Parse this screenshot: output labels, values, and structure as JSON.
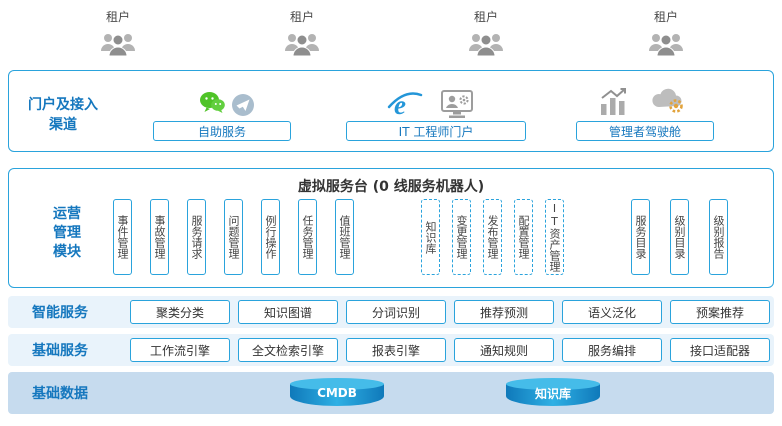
{
  "colors": {
    "accent_blue": "#1577be",
    "border_blue": "#2aa3dc",
    "row_bg_light": "#e9f3fb",
    "row_bg_dark": "#c6dbee",
    "cylinder_blue": "#1280c0",
    "wechat_green": "#4fc327",
    "icon_gray": "#a8a8a8"
  },
  "tenants": [
    "租户",
    "租户",
    "租户",
    "租户"
  ],
  "portal": {
    "label_lines": [
      "门户及接入",
      "渠道"
    ],
    "buttons": [
      "自助服务",
      "IT 工程师门户",
      "管理者驾驶舱"
    ]
  },
  "service_desk": {
    "title": "虚拟服务台 (0 线服务机器人)",
    "label_lines": [
      "运营",
      "管理",
      "模块"
    ],
    "solid_modules": [
      "事件管理",
      "事故管理",
      "服务请求",
      "问题管理",
      "例行操作",
      "任务管理",
      "值班管理"
    ],
    "dashed_modules": [
      "知识库",
      "变更管理",
      "发布管理",
      "配置管理",
      "IT资产管理"
    ],
    "catalog_modules": [
      "服务目录",
      "级别目录",
      "级别报告"
    ]
  },
  "smart_services": {
    "label": "智能服务",
    "items": [
      "聚类分类",
      "知识图谱",
      "分词识别",
      "推荐预测",
      "语义泛化",
      "预案推荐"
    ]
  },
  "basic_services": {
    "label": "基础服务",
    "items": [
      "工作流引擎",
      "全文检索引擎",
      "报表引擎",
      "通知规则",
      "服务编排",
      "接口适配器"
    ]
  },
  "basic_data": {
    "label": "基础数据",
    "items": [
      "CMDB",
      "知识库"
    ]
  },
  "icons": {
    "tenant": "user-group",
    "wechat": "wechat-bubbles",
    "self_service_send": "paper-plane",
    "it_portal_browser": "ie-browser",
    "it_portal_engineer": "engineer-desk",
    "cockpit_chart": "bar-chart",
    "cockpit_cloud": "cloud-gear"
  }
}
